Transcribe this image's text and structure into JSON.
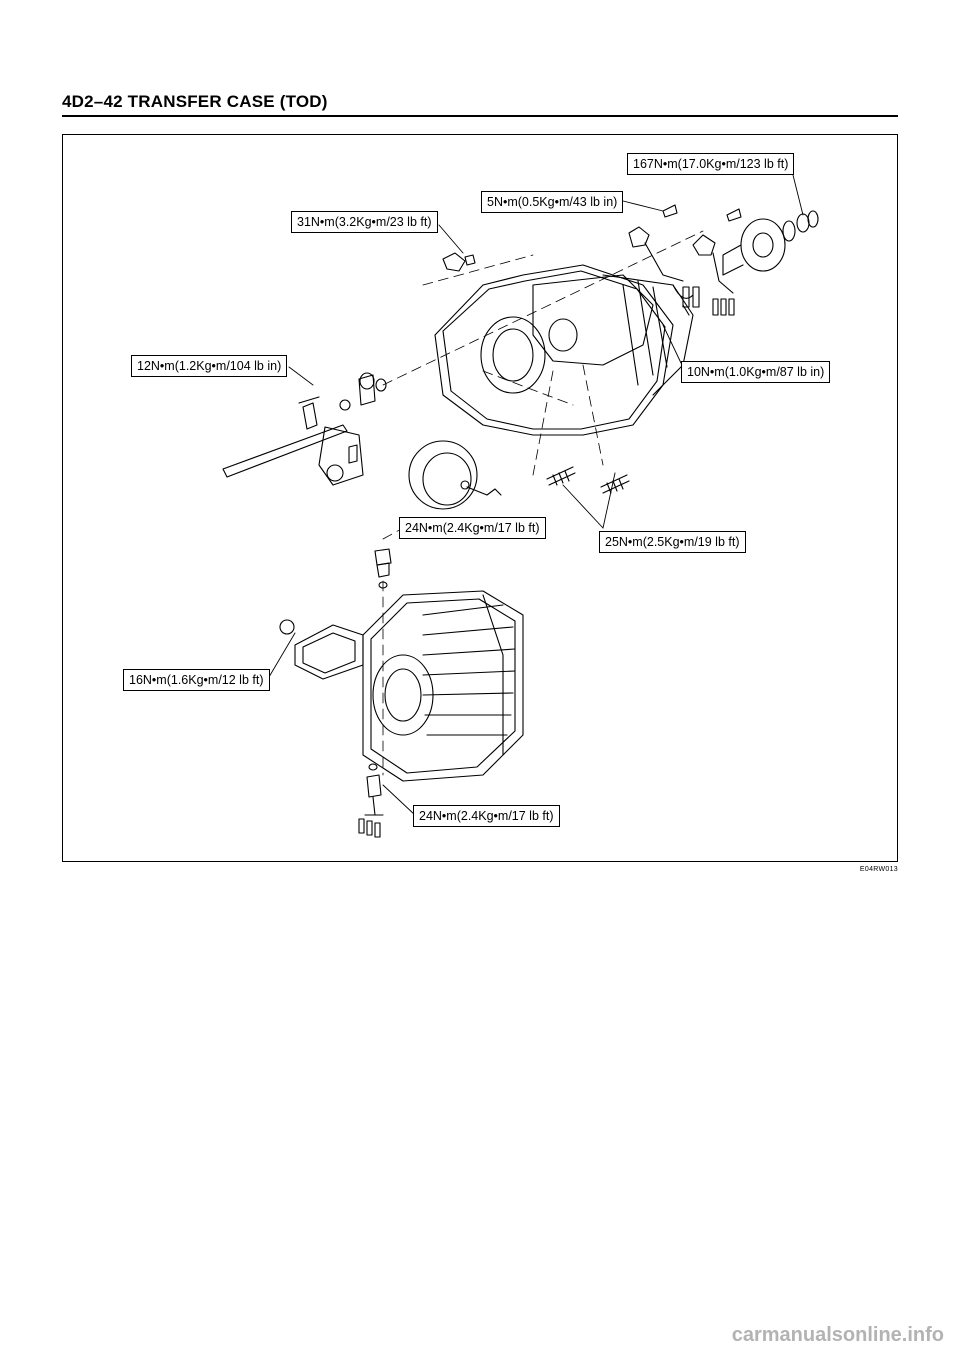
{
  "header": {
    "title": "4D2–42  TRANSFER CASE (TOD)"
  },
  "callouts": {
    "c1": "167N•m(17.0Kg•m/123 lb ft)",
    "c2": "5N•m(0.5Kg•m/43 lb in)",
    "c3": "31N•m(3.2Kg•m/23 lb ft)",
    "c4": "12N•m(1.2Kg•m/104 lb in)",
    "c5": "10N•m(1.0Kg•m/87 lb in)",
    "c6": "24N•m(2.4Kg•m/17 lb ft)",
    "c7": "25N•m(2.5Kg•m/19 lb ft)",
    "c8": "16N•m(1.6Kg•m/12 lb ft)",
    "c9": "24N•m(2.4Kg•m/17 lb ft)"
  },
  "figure_id": "E04RW013",
  "watermark": "carmanualsonline.info"
}
